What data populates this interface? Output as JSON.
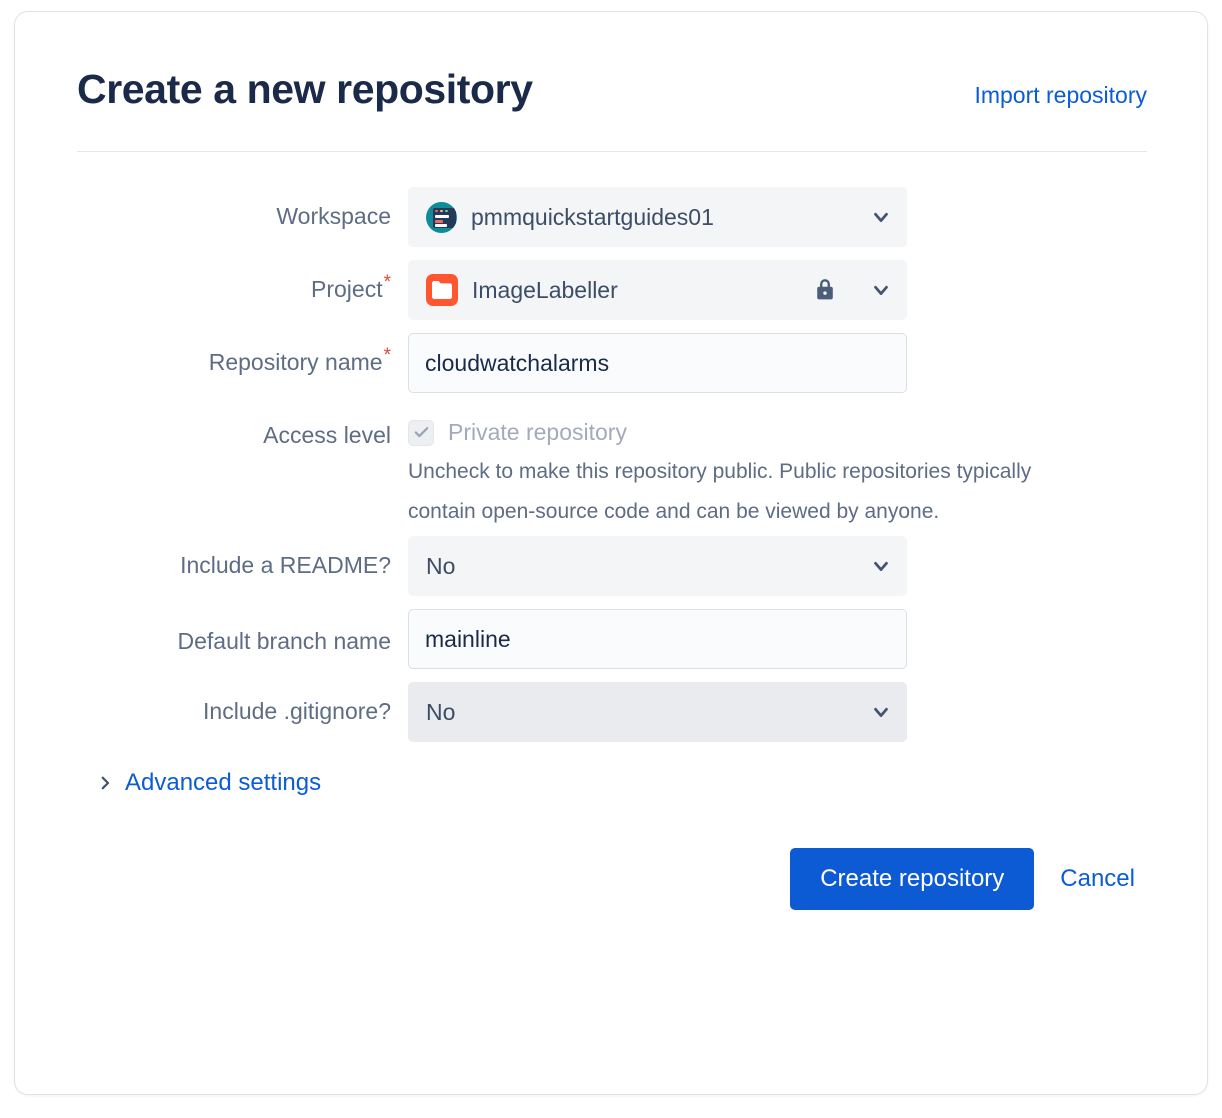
{
  "header": {
    "title": "Create a new repository",
    "import_link": "Import repository"
  },
  "form": {
    "workspace": {
      "label": "Workspace",
      "value": "pmmquickstartguides01",
      "avatar_icon": "workspace-avatar-icon",
      "chevron_icon": "chevron-down-icon"
    },
    "project": {
      "label": "Project",
      "required_marker": "*",
      "value": "ImageLabeller",
      "project_icon": "folder-icon",
      "lock_icon": "lock-icon",
      "chevron_icon": "chevron-down-icon"
    },
    "repository_name": {
      "label": "Repository name",
      "required_marker": "*",
      "value": "cloudwatchalarms",
      "placeholder": ""
    },
    "access_level": {
      "label": "Access level",
      "checkbox_label": "Private repository",
      "checked": true,
      "check_icon": "check-icon",
      "helper_text": "Uncheck to make this repository public. Public repositories typically contain open-source code and can be viewed by anyone."
    },
    "include_readme": {
      "label": "Include a README?",
      "value": "No",
      "chevron_icon": "chevron-down-icon"
    },
    "default_branch_name": {
      "label": "Default branch name",
      "value": "mainline",
      "placeholder": ""
    },
    "include_gitignore": {
      "label": "Include .gitignore?",
      "value": "No",
      "chevron_icon": "chevron-down-icon"
    },
    "advanced_settings": {
      "label": "Advanced settings",
      "chevron_icon": "chevron-right-icon"
    }
  },
  "footer": {
    "create_label": "Create repository",
    "cancel_label": "Cancel"
  },
  "colors": {
    "link": "#0B5CD5",
    "primary_button": "#0C5BD4",
    "title": "#1B2A49",
    "label": "#5E6C84",
    "required": "#E34935",
    "project_icon": "#FF5630",
    "workspace_avatar": "#118A99"
  }
}
